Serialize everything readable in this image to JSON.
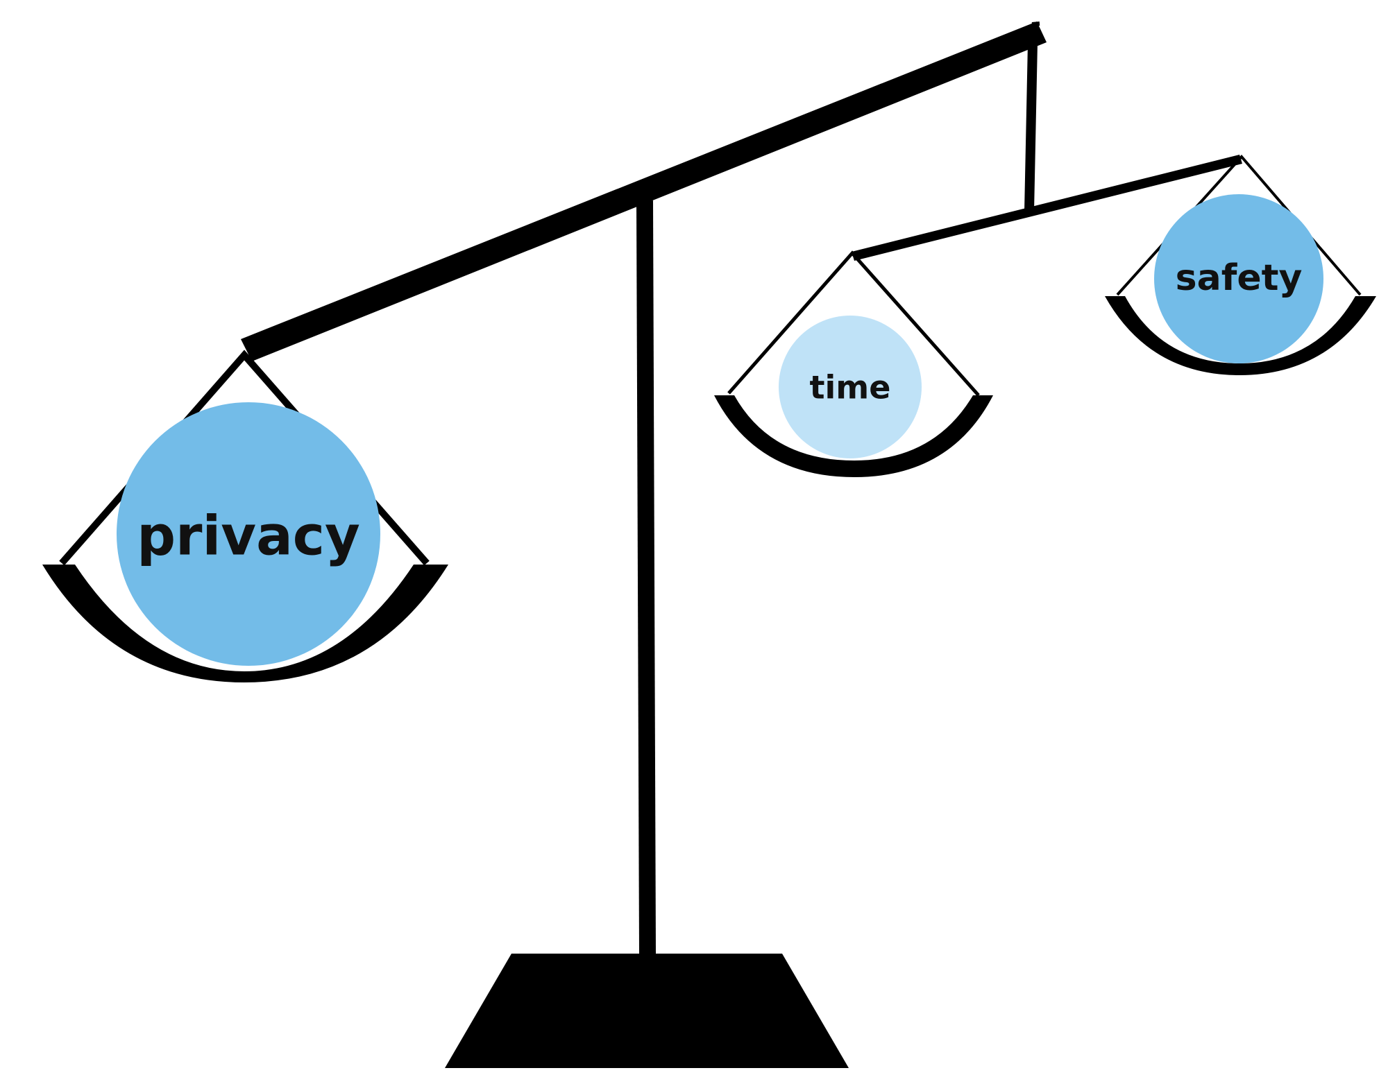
{
  "weights": {
    "privacy": {
      "label": "privacy",
      "color": "#73bce8"
    },
    "time": {
      "label": "time",
      "color": "#bfe2f7"
    },
    "safety": {
      "label": "safety",
      "color": "#73bce8"
    }
  },
  "colors": {
    "structure": "#000000",
    "background": "#ffffff"
  }
}
